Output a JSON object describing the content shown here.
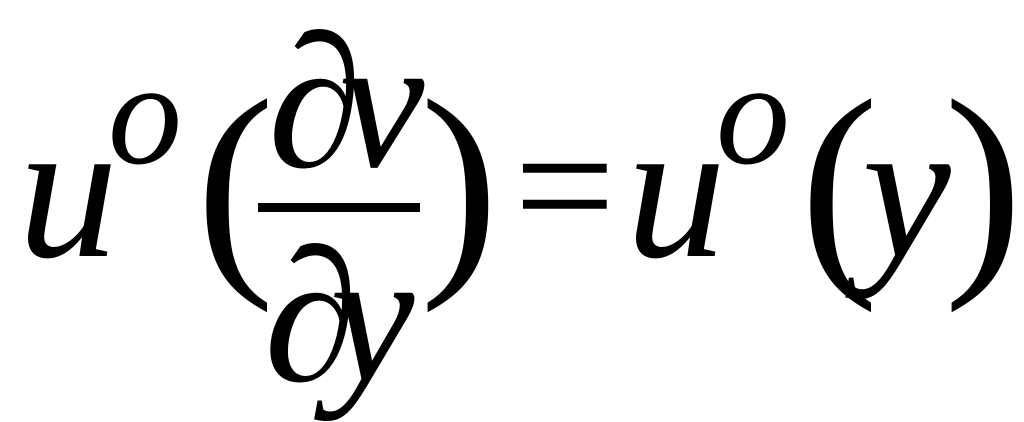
{
  "formula": {
    "lhs_base": "u",
    "lhs_superscript": "o",
    "open_paren_lhs": "(",
    "numerator_partial": "∂",
    "numerator_var": "v",
    "denominator_partial": "∂",
    "denominator_var": "y",
    "close_paren_lhs": ")",
    "equals": "=",
    "rhs_base": "u",
    "rhs_superscript": "o",
    "open_paren_rhs": "(",
    "rhs_arg": "y",
    "close_paren_rhs": ")"
  }
}
